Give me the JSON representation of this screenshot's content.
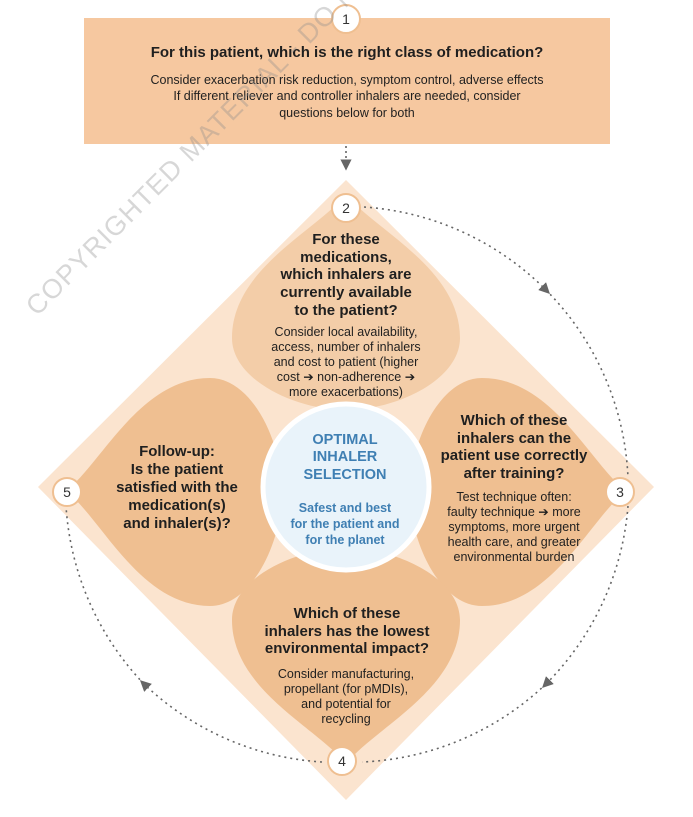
{
  "step1": {
    "number": "1",
    "title": "For this patient, which is the right class of medication?",
    "lines": [
      "Consider exacerbation risk reduction, symptom control, adverse effects",
      "If different reliever and controller inhalers are needed, consider",
      "questions below for both"
    ]
  },
  "step2": {
    "number": "2",
    "title_lines": [
      "For these",
      "medications,",
      "which inhalers are",
      "currently available",
      "to the patient?"
    ],
    "sub_lines": [
      "Consider local availability,",
      "access, number of inhalers",
      "and cost to patient (higher",
      "cost ➔ non-adherence ➔",
      "more exacerbations)"
    ]
  },
  "step3": {
    "number": "3",
    "title_lines": [
      "Which of these",
      "inhalers can the",
      "patient use correctly",
      "after training?"
    ],
    "sub_lines": [
      "Test technique often:",
      "faulty technique ➔ more",
      "symptoms, more urgent",
      "health care, and greater",
      "environmental burden"
    ]
  },
  "step4": {
    "number": "4",
    "title_lines": [
      "Which of these",
      "inhalers has the lowest",
      "environmental impact?"
    ],
    "sub_lines": [
      "Consider manufacturing,",
      "propellant (for pMDIs),",
      "and potential for",
      "recycling"
    ]
  },
  "step5": {
    "number": "5",
    "title_lines": [
      "Follow-up:",
      "Is the patient",
      "satisfied with the",
      "medication(s)",
      "and inhaler(s)?"
    ]
  },
  "center": {
    "title_lines": [
      "OPTIMAL",
      "INHALER",
      "SELECTION"
    ],
    "sub_lines": [
      "Safest and best",
      "for the patient and",
      "for the planet"
    ]
  },
  "watermark": "COPYRIGHTED MATERIAL - DO NOT COPY OR DISTRIBUTE",
  "colors": {
    "box": "#f6c8a0",
    "diamond": "#fbe4cf",
    "petal_top": "#f3cda8",
    "petal": "#efbf91",
    "center_fill": "#e9f3fa",
    "center_text": "#3f7fb3",
    "dotted": "#666666"
  }
}
